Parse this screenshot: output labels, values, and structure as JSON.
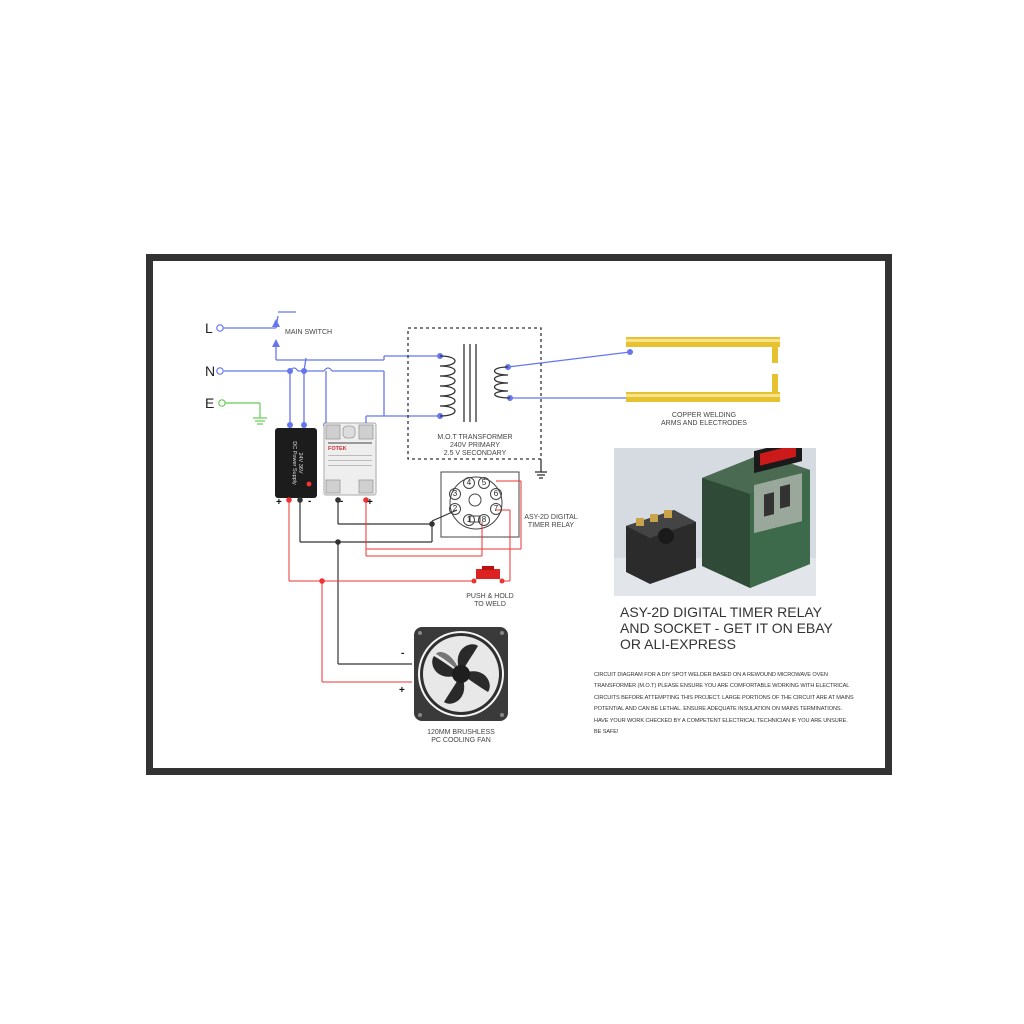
{
  "inputs": {
    "live": "L",
    "neutral": "N",
    "earth": "E"
  },
  "labels": {
    "main_switch": "MAIN SWITCH",
    "transformer": [
      "M.O.T TRANSFORMER",
      "240V PRIMARY",
      "2.5 V SECONDARY"
    ],
    "electrodes": [
      "COPPER WELDING",
      "ARMS AND ELECTRODES"
    ],
    "timer_relay": [
      "ASY-2D DIGITAL",
      "TIMER RELAY"
    ],
    "push_button": [
      "PUSH & HOLD",
      "TO WELD"
    ],
    "fan": [
      "120MM BRUSHLESS",
      "PC COOLING FAN"
    ],
    "psu_text": [
      "24V 36V",
      "DC Power Supply"
    ],
    "ssr_brand": "FOTEK"
  },
  "signs": {
    "plus": "+",
    "minus": "-"
  },
  "relay_pins": [
    "1",
    "2",
    "3",
    "4",
    "5",
    "6",
    "7",
    "8"
  ],
  "headline": [
    "ASY-2D DIGITAL TIMER RELAY",
    "AND SOCKET - GET IT ON EBAY",
    "OR ALI-EXPRESS"
  ],
  "paragraph": "CIRCUIT DIAGRAM FOR A DIY SPOT WELDER BASED ON A REWOUND MICROWAVE OVEN TRANSFORMER (M.O.T) PLEASE ENSURE YOU ARE COMFORTABLE WORKING WITH ELECTRICAL CIRCUITS BEFORE ATTEMPTING THIS PROJECT. LARGE PORTIONS OF THE CIRCUIT ARE AT MAINS POTENTIAL AND CAN BE LETHAL. ENSURE ADEQUATE INSULATION ON MAINS TERMINATIONS. HAVE YOUR WORK CHECKED BY A COMPETENT ELECTRICAL TECHNICIAN IF YOU ARE UNSURE. BE SAFE!",
  "colors": {
    "mains": "#6677ee",
    "earth": "#66cc55",
    "dc_positive": "#ee3333",
    "dc_negative": "#333333",
    "copper": "#e6c230",
    "frame": "#333333"
  }
}
